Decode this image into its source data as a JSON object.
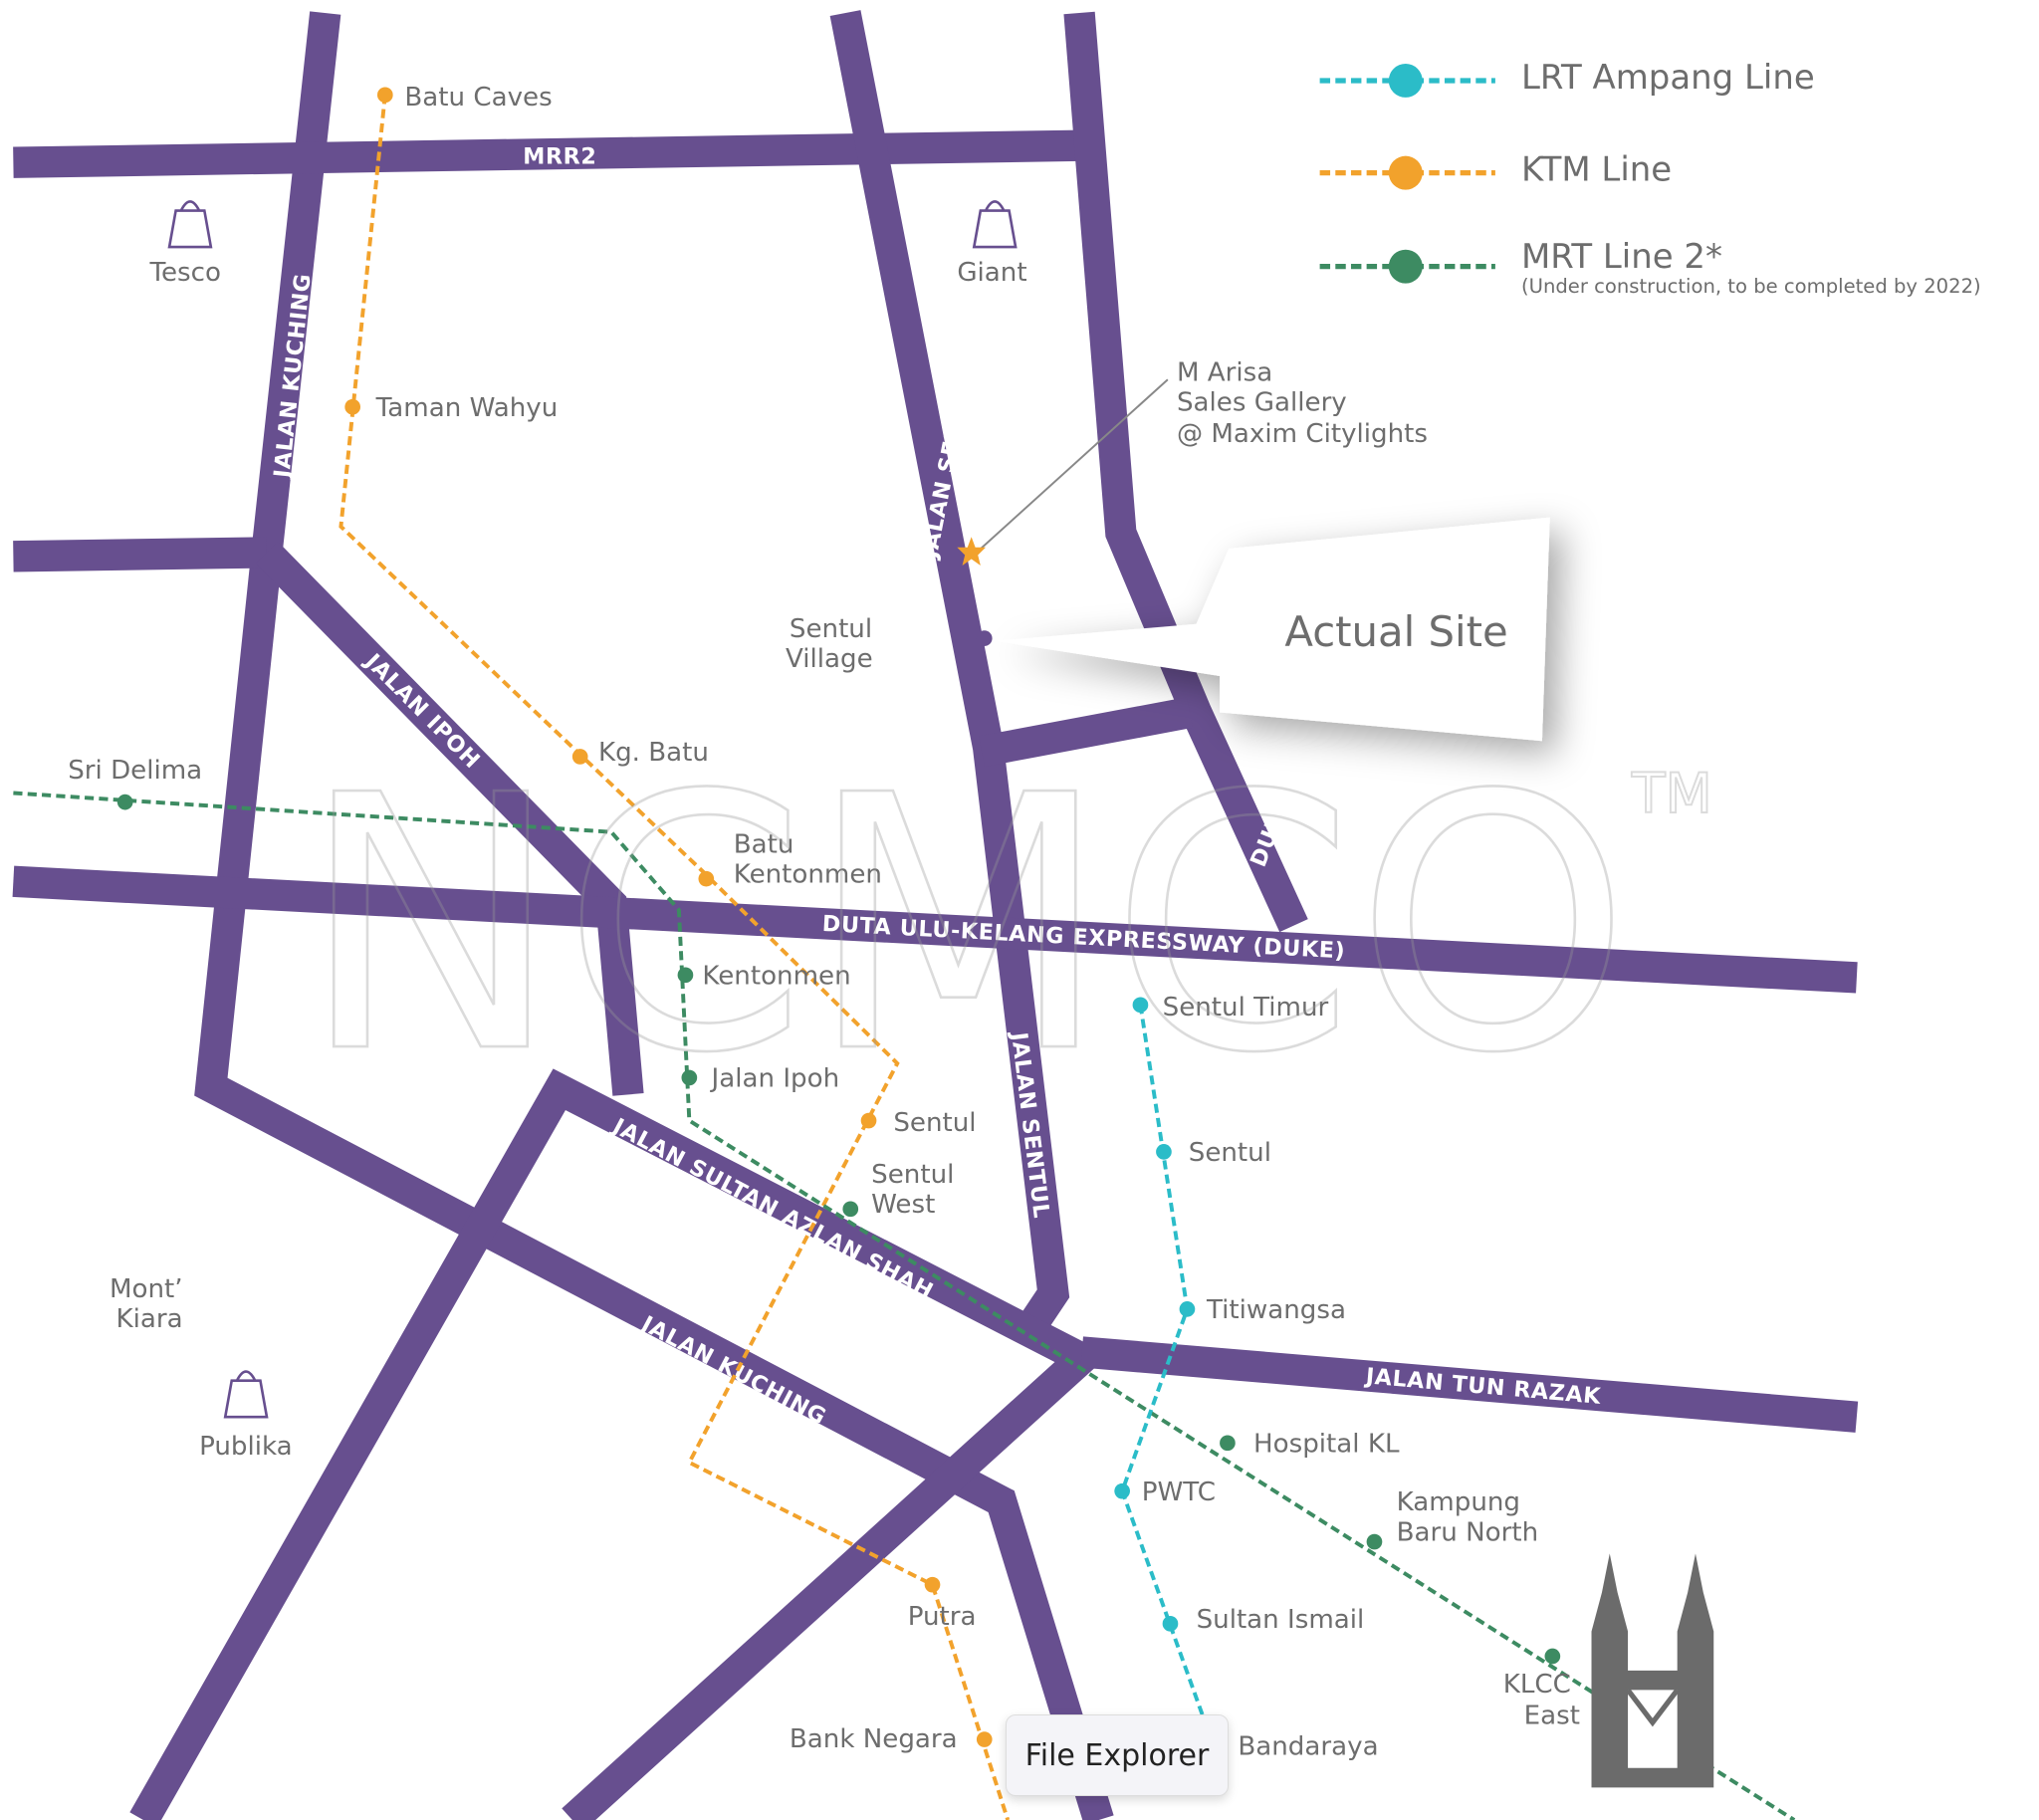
{
  "colors": {
    "road": "#674f8f",
    "lrt": "#2bbcc8",
    "ktm": "#f2a22c",
    "mrt": "#3d8b62",
    "text": "#6d6d6d"
  },
  "legend": [
    {
      "label": "LRT Ampang Line",
      "color": "#2bbcc8"
    },
    {
      "label": "KTM Line",
      "color": "#f2a22c"
    },
    {
      "label": "MRT Line 2*",
      "note": "(Under construction, to be completed by 2022)",
      "color": "#3d8b62"
    }
  ],
  "roads": {
    "mrr2": "MRR2",
    "jalan_kuching_north": "JALAN KUCHING",
    "jalan_sentul_pasar": "JALAN SENTUL PASAR",
    "jalan_ipoh": "JALAN IPOH",
    "duke": "DUKE",
    "duke_expressway": "DUTA ULU-KELANG EXPRESSWAY (DUKE)",
    "jalan_sentul": "JALAN SENTUL",
    "jalan_sultan_azlan_shah": "JALAN SULTAN AZLAN SHAH",
    "jalan_kuching_south": "JALAN KUCHING",
    "jalan_tun_razak": "JALAN TUN RAZAK"
  },
  "ktm_stations": [
    "Batu Caves",
    "Taman Wahyu",
    "Kg. Batu",
    "Batu",
    "Kentonmen",
    "Sentul",
    "Putra",
    "Bank Negara"
  ],
  "mrt_stations": [
    "Sri Delima",
    "Kentonmen",
    "Jalan Ipoh",
    "Sentul",
    "West",
    "Hospital KL",
    "Kampung",
    "Baru North",
    "KLCC",
    "East"
  ],
  "lrt_stations": [
    "Sentul Timur",
    "Sentul",
    "Titiwangsa",
    "PWTC",
    "Sultan Ismail",
    "Bandaraya"
  ],
  "places": {
    "tesco": "Tesco",
    "giant": "Giant",
    "publika": "Publika",
    "mont_kiara_1": "Mont’",
    "mont_kiara_2": "Kiara",
    "sentul_village_1": "Sentul",
    "sentul_village_2": "Village"
  },
  "gallery": [
    "M Arisa",
    "Sales Gallery",
    "@ Maxim Citylights"
  ],
  "actual_site": "Actual Site",
  "watermark": "NCMCO",
  "trademark": "TM",
  "tooltip": "File Explorer"
}
